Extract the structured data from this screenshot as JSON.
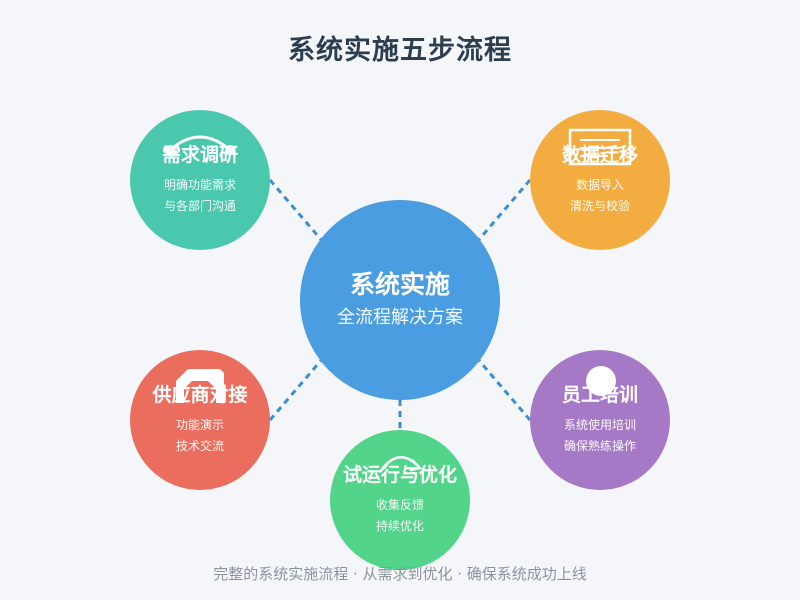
{
  "title": "系统实施五步流程",
  "center": {
    "name": "系统实施",
    "subtitle": "全流程解决方案"
  },
  "steps": [
    {
      "name": "需求调研",
      "lines": [
        "明确功能需求",
        "与各部门沟通"
      ],
      "icon": "handshake-arc-icon",
      "color": "#49c8ad"
    },
    {
      "name": "数据迁移",
      "lines": [
        "数据导入",
        "清洗与校验"
      ],
      "icon": "document-icon",
      "color": "#f3ac3f"
    },
    {
      "name": "供应商对接",
      "lines": [
        "功能演示",
        "技术交流"
      ],
      "icon": "building-icon",
      "color": "#eb6d5e"
    },
    {
      "name": "员工培训",
      "lines": [
        "系统使用培训",
        "确保熟练操作"
      ],
      "icon": "person-icon",
      "color": "#a679c6"
    },
    {
      "name": "试运行与优化",
      "lines": [
        "收集反馈",
        "持续优化"
      ],
      "icon": "refresh-arrow-icon",
      "color": "#52d58a"
    }
  ],
  "footer": "完整的系统实施流程 · 从需求到优化 · 确保系统成功上线"
}
